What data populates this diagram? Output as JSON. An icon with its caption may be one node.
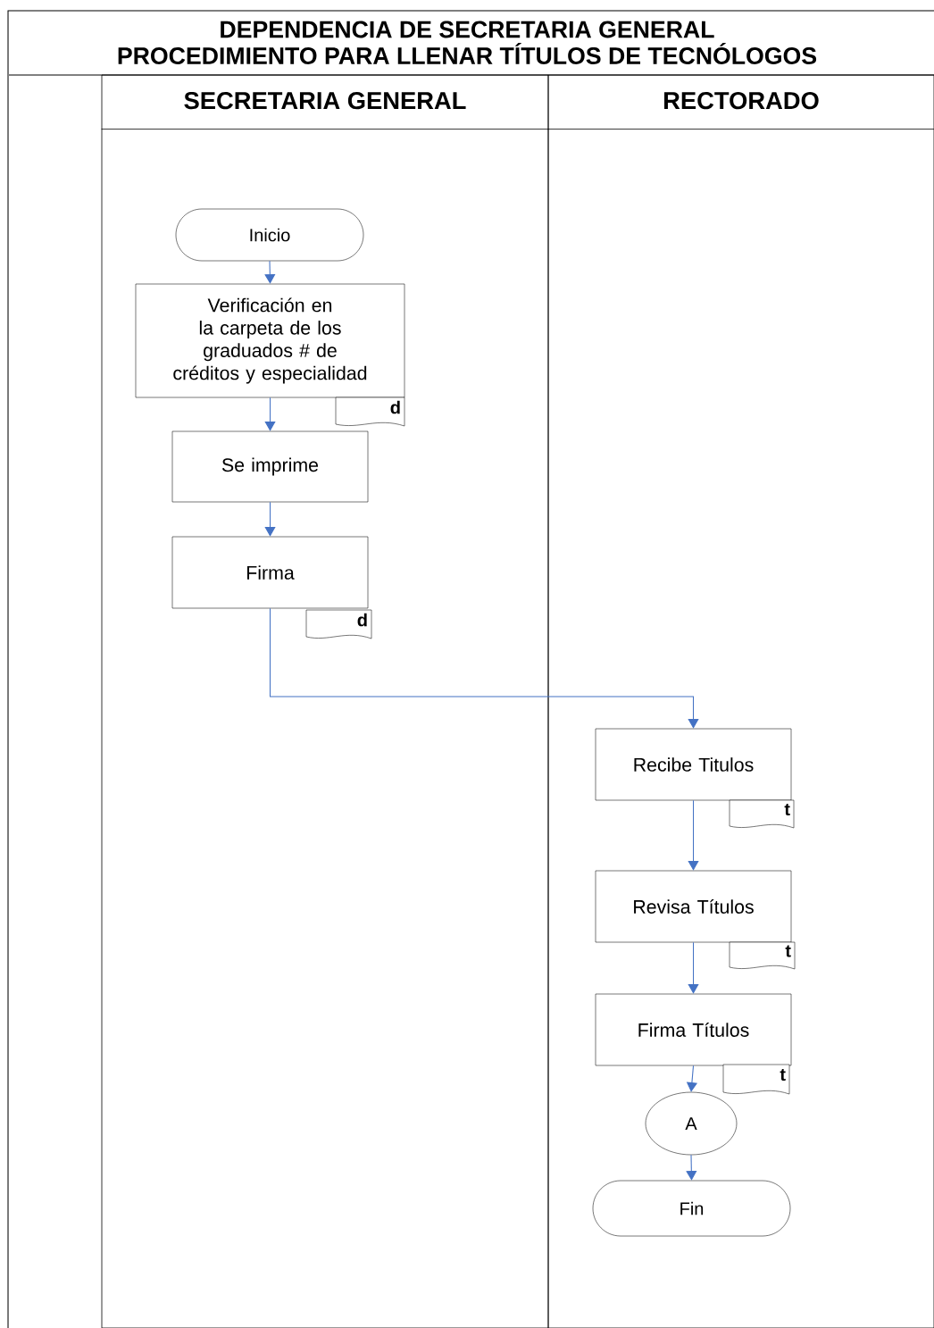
{
  "diagram": {
    "title": "DEPENDENCIA DE SECRETARIA GENERAL",
    "nodes": [
      {
        "text": [
          "SECRETARIA GENERAL"
        ]
      },
      {
        "text": [
          "RECTORADO"
        ]
      },
      {
        "text": [
          "Inicio"
        ],
        "in": 0
      },
      {
        "text": [
          "Verificación en la carpeta de los graduados # de créditos y especialidad"
        ],
        "in": 0
      },
      {
        "text": [
          "d"
        ],
        "in": 0
      },
      {
        "text": [
          "Se imprime"
        ],
        "in": 0
      },
      {
        "text": [
          "Firma"
        ],
        "in": 0
      },
      {
        "text": [
          "d"
        ],
        "in": 0
      },
      {
        "text": [
          "Recibe Titulos"
        ],
        "in": 1
      },
      {
        "text": [
          "t"
        ],
        "in": 1
      },
      {
        "text": [
          "Revisa Títulos"
        ],
        "in": 1
      },
      {
        "text": [
          "t"
        ],
        "in": 1
      },
      {
        "text": [
          "Firma Títulos"
        ],
        "in": 1
      },
      {
        "text": [
          "t"
        ],
        "in": 1
      },
      {
        "text": [
          "A"
        ],
        "in": 1
      },
      {
        "text": [
          "Fin"
        ],
        "in": 1
      }
    ],
    "edges": [
      {
        "from": 2,
        "to": 3,
        "arrow": "to"
      },
      {
        "from": 3,
        "to": 5,
        "arrow": "to"
      },
      {
        "from": 5,
        "to": 6,
        "arrow": "to"
      },
      {
        "from": 6,
        "to": 8,
        "arrow": "to"
      },
      {
        "from": 8,
        "to": 10,
        "arrow": "to"
      },
      {
        "from": 10,
        "to": 12,
        "arrow": "to"
      },
      {
        "from": 12,
        "to": 14,
        "arrow": "to"
      },
      {
        "from": 14,
        "to": 15,
        "arrow": "to"
      }
    ],
    "labels": [
      "PROCEDIMIENTO PARA LLENAR TÍTULOS  DE TECNÓLOGOS"
    ]
  }
}
